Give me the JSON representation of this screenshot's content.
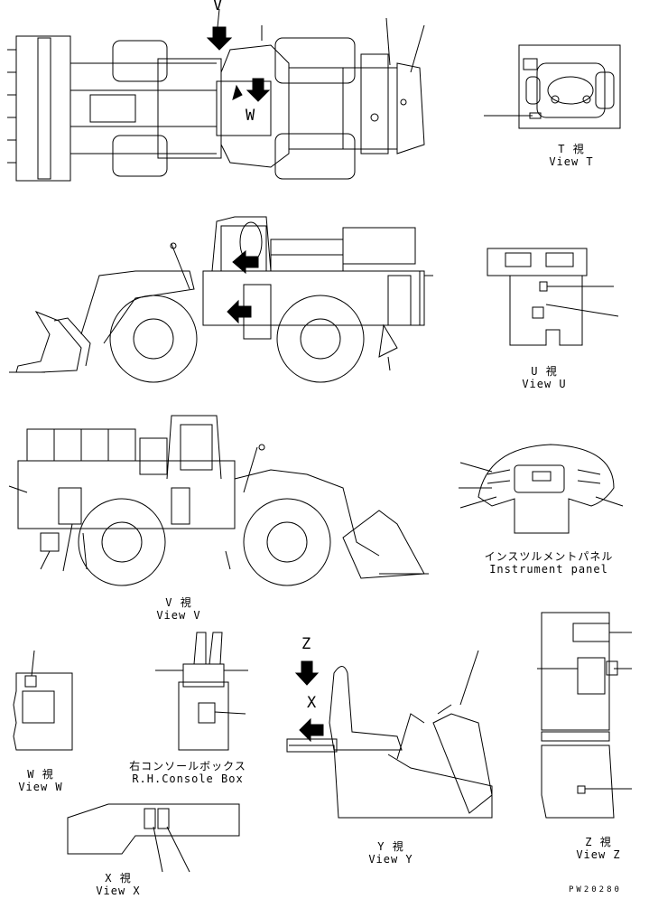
{
  "views": {
    "t": {
      "jp": "T 視",
      "en": "View T"
    },
    "u": {
      "jp": "U 視",
      "en": "View U"
    },
    "v": {
      "jp": "V 視",
      "en": "View V"
    },
    "w": {
      "jp": "W 視",
      "en": "View W"
    },
    "x": {
      "jp": "X 視",
      "en": "View X"
    },
    "y": {
      "jp": "Y 視",
      "en": "View Y"
    },
    "z": {
      "jp": "Z 視",
      "en": "View Z"
    }
  },
  "instrument_panel": {
    "jp": "インスツルメントパネル",
    "en": "Instrument panel"
  },
  "console_box": {
    "jp": "右コンソールボックス",
    "en": "R.H.Console Box"
  },
  "markers": {
    "v": "V",
    "w": "W",
    "z": "Z",
    "x": "X"
  },
  "drawing_code": "PW20280"
}
